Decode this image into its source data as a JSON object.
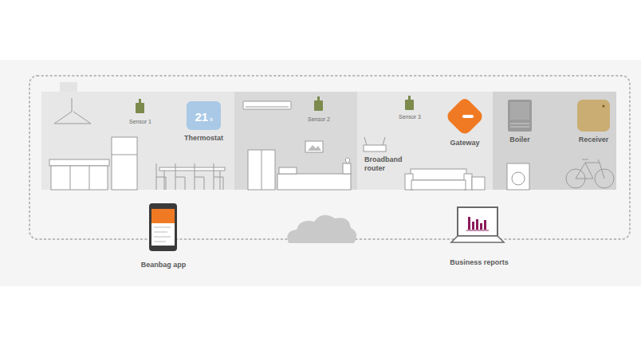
{
  "diagram": {
    "nodes": [
      {
        "text": [
          "21",
          "5",
          "Thermostat"
        ]
      },
      {
        "text": [
          "Gateway"
        ]
      },
      {
        "text": [
          "Boiler"
        ]
      },
      {
        "text": [
          "Receiver"
        ]
      }
    ],
    "labels": [
      "Sensor 1",
      "Sensor 2",
      "Sensor 3",
      "Broadband router",
      "Beanbag app",
      "Business reports"
    ]
  }
}
